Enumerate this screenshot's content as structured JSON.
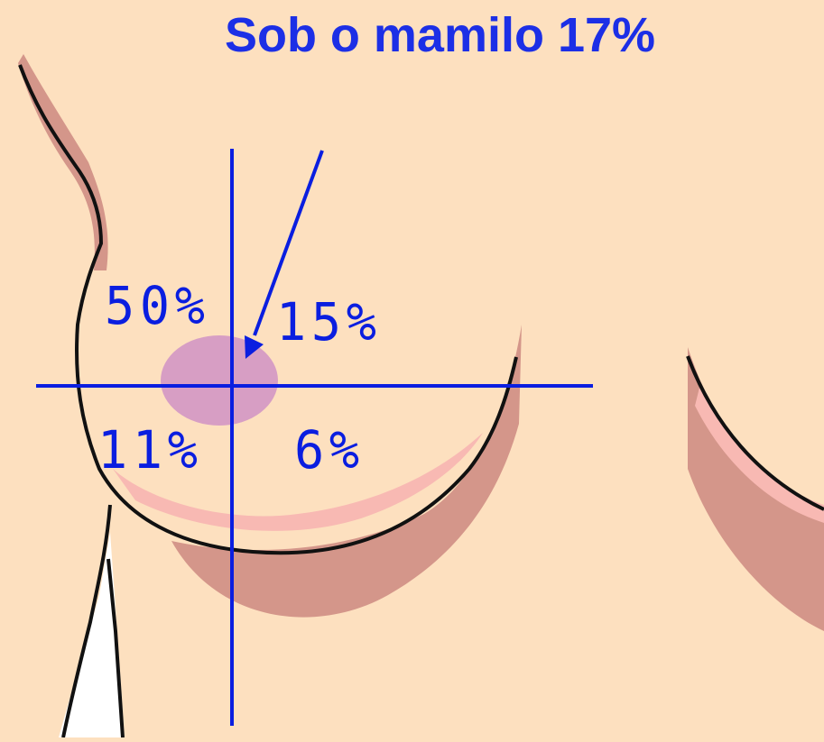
{
  "title": "Sob o mamilo 17%",
  "quadrants": {
    "upper_outer": "50%",
    "upper_inner": "15%",
    "lower_outer": "11%",
    "lower_inner": "6%"
  },
  "colors": {
    "background": "#fde0bf",
    "skin_shadow": "#d4968a",
    "fold_pink": "#f8b9b3",
    "areola": "#d79ec4",
    "outline": "#111111",
    "axis_lines": "#0a1ee0",
    "title": "#1c2fe6"
  }
}
